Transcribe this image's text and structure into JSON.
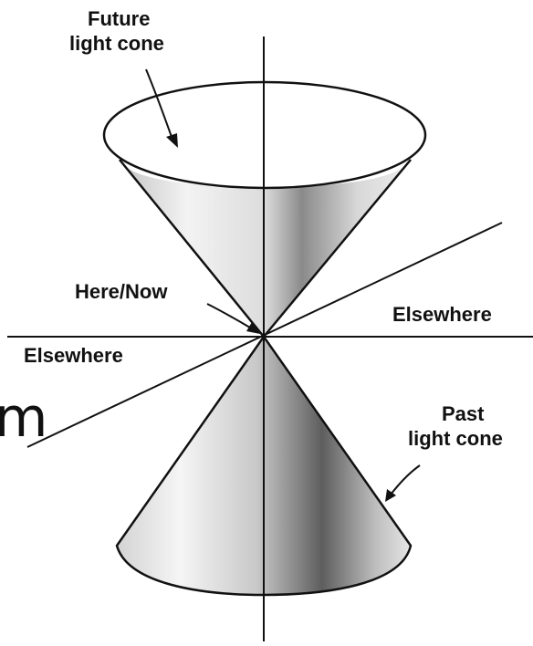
{
  "labels": {
    "future_line1": "Future",
    "future_line2": "light cone",
    "here_now": "Here/Now",
    "elsewhere_right": "Elsewhere",
    "elsewhere_left": "Elsewhere",
    "past_line1": "Past",
    "past_line2": "light cone",
    "edge_fragment": "m"
  },
  "colors": {
    "line": "#111111",
    "cone_light": "#f6f6f6",
    "cone_mid": "#c9c9c9",
    "cone_dark": "#6e6e6e"
  }
}
